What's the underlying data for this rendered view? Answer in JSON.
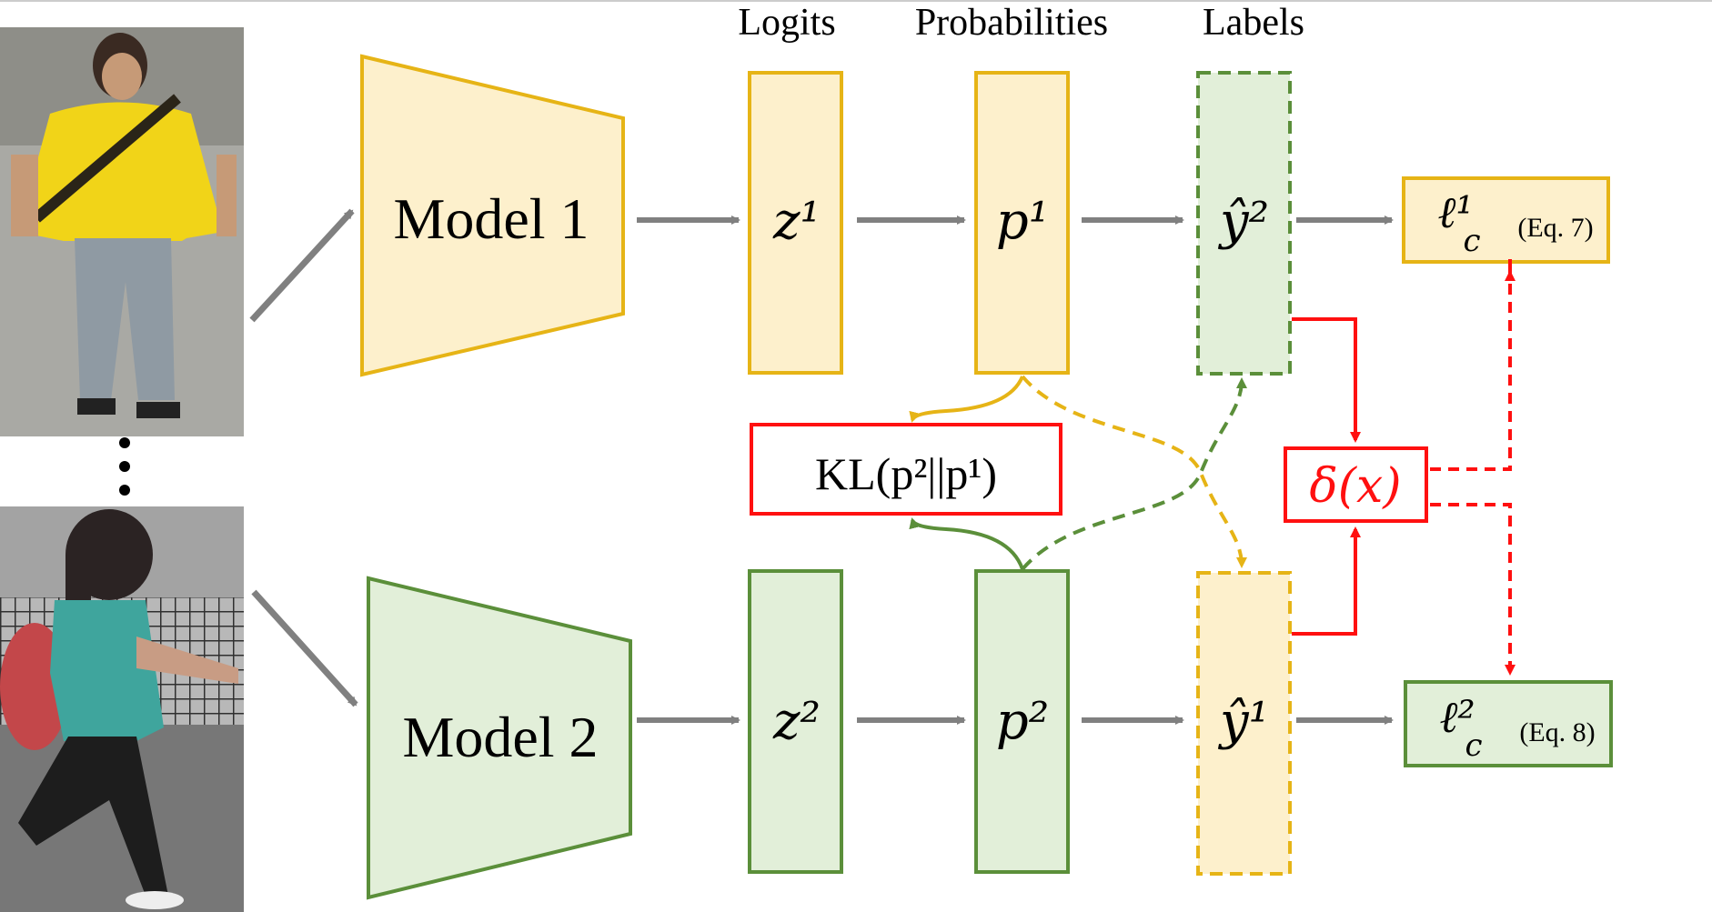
{
  "headers": {
    "logits": "Logits",
    "probabilities": "Probabilities",
    "labels": "Labels"
  },
  "models": {
    "model1": "Model 1",
    "model2": "Model 2"
  },
  "symbols": {
    "z1": "z¹",
    "z2": "z²",
    "p1": "p¹",
    "p2": "p²",
    "yhat2": "ŷ²",
    "yhat1": "ŷ¹",
    "loss1": "ℓ¹",
    "loss1_sub": "c",
    "loss1_eq": "(Eq. 7)",
    "loss2": "ℓ²",
    "loss2_sub": "c",
    "loss2_eq": "(Eq. 8)",
    "kl": "KL(p²||p¹)",
    "delta": "δ(x)"
  },
  "ellipsis": "⋮",
  "colors": {
    "yellow_stroke": "#e6b416",
    "yellow_fill": "#fdf0cc",
    "green_stroke": "#5b8f3a",
    "green_fill": "#e2efd9",
    "red": "#ff1010",
    "gray_arrow": "#808080"
  }
}
